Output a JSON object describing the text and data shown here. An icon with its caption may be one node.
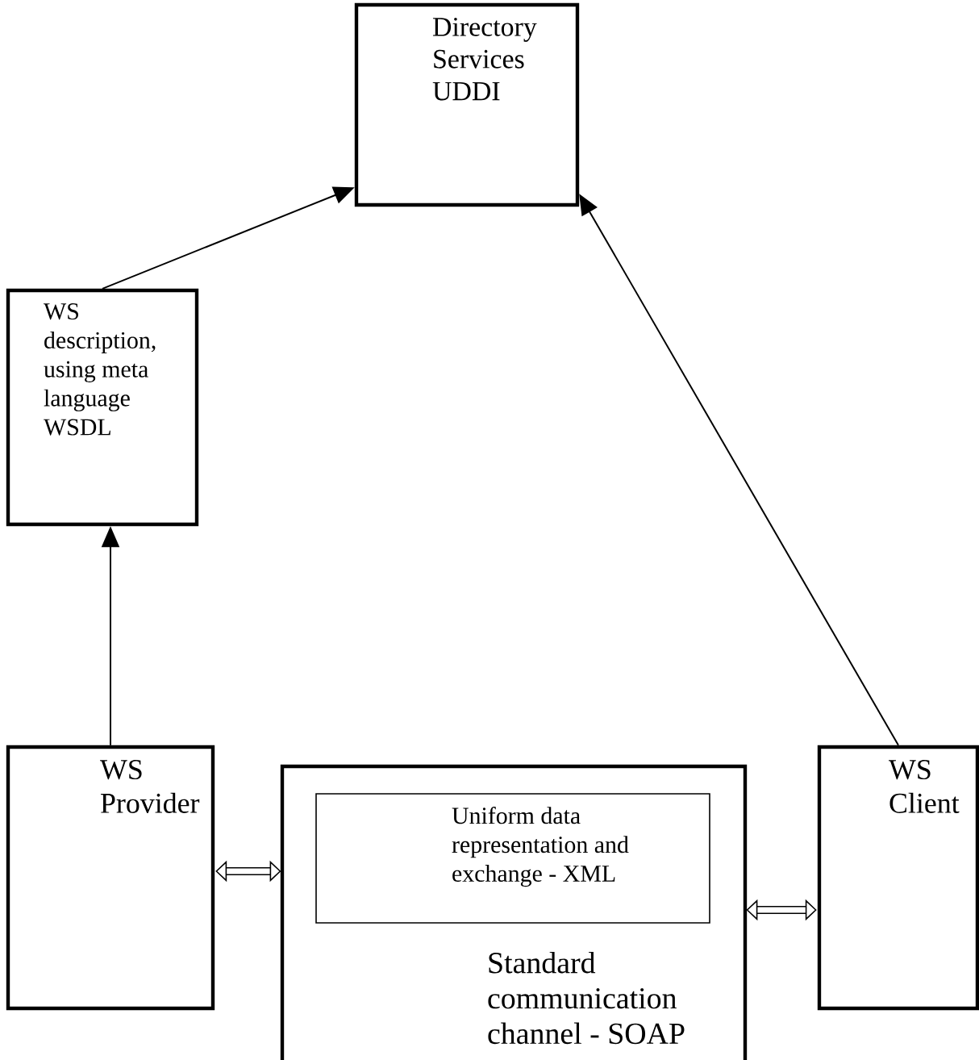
{
  "diagram": {
    "nodes": [
      {
        "text": [
          "Directory Services UDDI"
        ]
      },
      {
        "text": [
          "WS description, using meta language WSDL"
        ]
      },
      {
        "text": [
          "WS Provider"
        ]
      },
      {
        "text": [
          "Standard communication channel - SOAP"
        ]
      },
      {
        "text": [
          "Uniform data representation and exchange - XML"
        ],
        "in": 3
      },
      {
        "text": [
          "WS Client"
        ]
      }
    ],
    "edges": [
      {
        "from": 1,
        "to": 0,
        "arrow": "to"
      },
      {
        "from": 2,
        "to": 1,
        "arrow": "to"
      },
      {
        "from": 5,
        "to": 0,
        "arrow": "to"
      },
      {
        "from": 2,
        "to": 3,
        "arrow": "both",
        "style": "thick"
      },
      {
        "from": 3,
        "to": 5,
        "arrow": "both",
        "style": "thick"
      }
    ]
  }
}
